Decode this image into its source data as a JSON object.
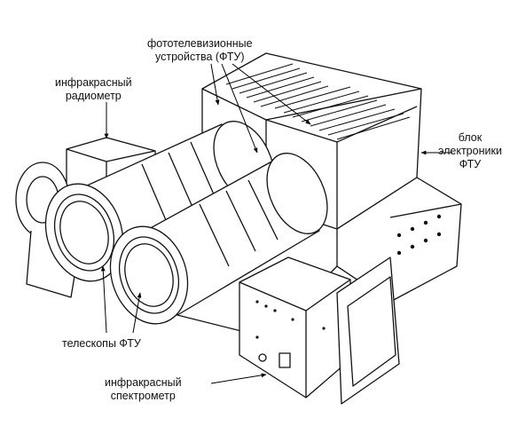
{
  "labels": {
    "ftu_devices": [
      "фототелевизионные",
      "устройства (ФТУ)"
    ],
    "ir_radiometer": [
      "инфракрасный",
      "радиометр"
    ],
    "ftu_electronics": [
      "блок",
      "электроники",
      "ФТУ"
    ],
    "ftu_telescopes": [
      "телескопы ФТУ"
    ],
    "ir_spectrometer": [
      "инфракрасный",
      "спектрометр"
    ]
  }
}
